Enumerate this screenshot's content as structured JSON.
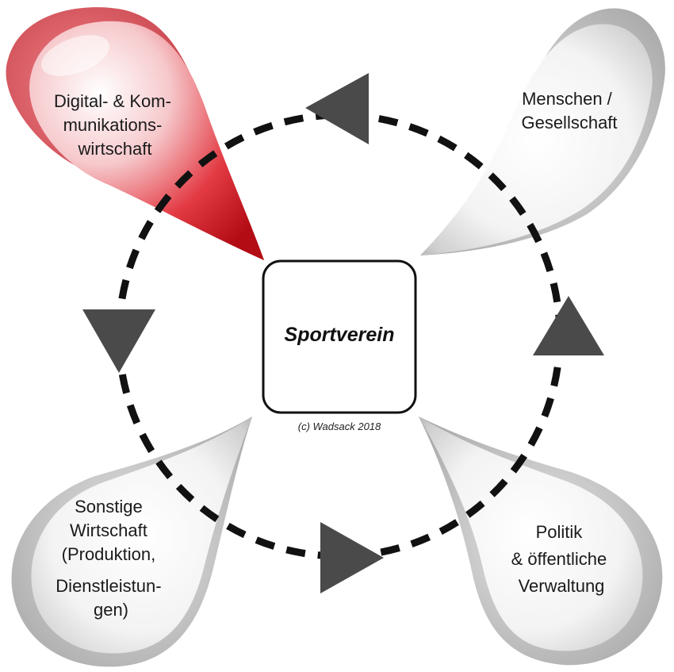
{
  "center": {
    "title": "Sportverein",
    "copyright": "(c) Wadsack 2018"
  },
  "drops": [
    {
      "id": "digital",
      "color": "red",
      "lines": [
        "Digital- & Kom-",
        "munikations-",
        "wirtschaft"
      ]
    },
    {
      "id": "menschen",
      "color": "gray",
      "lines": [
        "Menschen /",
        "Gesellschaft"
      ]
    },
    {
      "id": "sonstige",
      "color": "gray",
      "lines": [
        "Sonstige",
        "Wirtschaft",
        "(Produktion,",
        "Dienstleistun-",
        "gen)"
      ]
    },
    {
      "id": "politik",
      "color": "gray",
      "lines": [
        "Politik",
        "& öffentliche",
        "Verwaltung"
      ]
    }
  ],
  "colors": {
    "red_accent": "#d7121c",
    "gray_shade": "#bdbdbd",
    "arrow": "#4a4a4a",
    "dash_ring": "#111111"
  }
}
